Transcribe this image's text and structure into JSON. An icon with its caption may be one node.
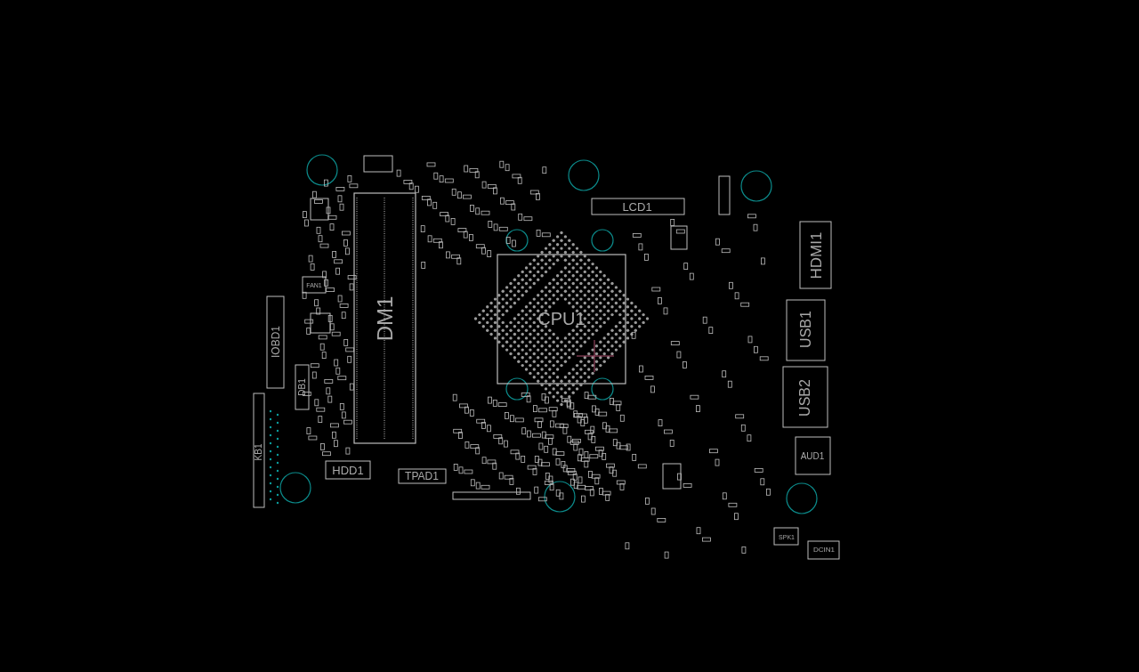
{
  "diagram": {
    "labels": [
      "LCD1",
      "HDMI1",
      "FAN1",
      "DM1",
      "CPU1",
      "USB1",
      "IOBD1",
      "DB1",
      "USB2",
      "KB1",
      "AUD1",
      "HDD1",
      "TPAD1",
      "SPK1",
      "DCIN1"
    ]
  }
}
